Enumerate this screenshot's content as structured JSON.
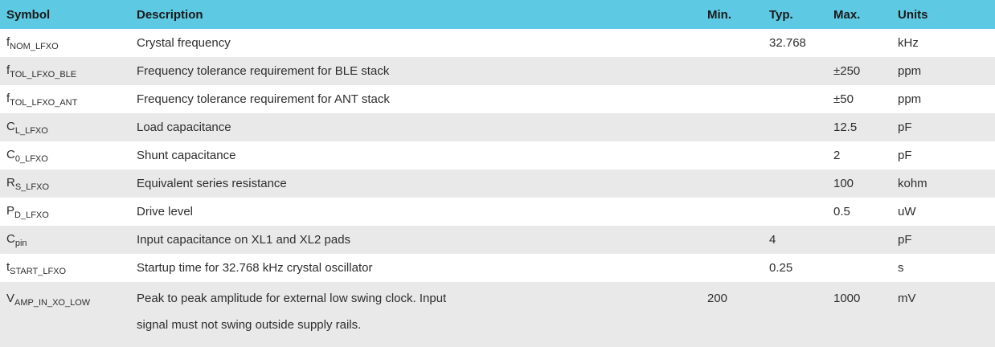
{
  "table": {
    "header": {
      "symbol": "Symbol",
      "description": "Description",
      "min": "Min.",
      "typ": "Typ.",
      "max": "Max.",
      "units": "Units"
    },
    "rows": [
      {
        "symbol_base": "f",
        "symbol_sub": "NOM_LFXO",
        "description": "Crystal frequency",
        "min": "",
        "typ": "32.768",
        "max": "",
        "units": "kHz"
      },
      {
        "symbol_base": "f",
        "symbol_sub": "TOL_LFXO_BLE",
        "description": "Frequency tolerance requirement for BLE stack",
        "min": "",
        "typ": "",
        "max": "±250",
        "units": "ppm"
      },
      {
        "symbol_base": "f",
        "symbol_sub": "TOL_LFXO_ANT",
        "description": "Frequency tolerance requirement for ANT stack",
        "min": "",
        "typ": "",
        "max": "±50",
        "units": "ppm"
      },
      {
        "symbol_base": "C",
        "symbol_sub": "L_LFXO",
        "description": "Load capacitance",
        "min": "",
        "typ": "",
        "max": "12.5",
        "units": "pF"
      },
      {
        "symbol_base": "C",
        "symbol_sub": "0_LFXO",
        "description": "Shunt capacitance",
        "min": "",
        "typ": "",
        "max": "2",
        "units": "pF"
      },
      {
        "symbol_base": "R",
        "symbol_sub": "S_LFXO",
        "description": "Equivalent series resistance",
        "min": "",
        "typ": "",
        "max": "100",
        "units": "kohm"
      },
      {
        "symbol_base": "P",
        "symbol_sub": "D_LFXO",
        "description": "Drive level",
        "min": "",
        "typ": "",
        "max": "0.5",
        "units": "uW"
      },
      {
        "symbol_base": "C",
        "symbol_sub": "pin",
        "description": "Input capacitance on XL1 and XL2 pads",
        "min": "",
        "typ": "4",
        "max": "",
        "units": "pF"
      },
      {
        "symbol_base": "t",
        "symbol_sub": "START_LFXO",
        "description": "Startup time for 32.768 kHz crystal oscillator",
        "min": "",
        "typ": "0.25",
        "max": "",
        "units": "s"
      },
      {
        "symbol_base": "V",
        "symbol_sub": "AMP_IN_XO_LOW",
        "description": "Peak to peak amplitude for external low swing clock. Input\nsignal must not swing outside supply rails.",
        "min": "200",
        "typ": "",
        "max": "1000",
        "units": "mV"
      }
    ],
    "colors": {
      "header_bg": "#5EC9E2",
      "stripe_bg": "#E9E9E9",
      "header_text": "#1A1A1A",
      "body_text": "#2E2E2E"
    }
  }
}
